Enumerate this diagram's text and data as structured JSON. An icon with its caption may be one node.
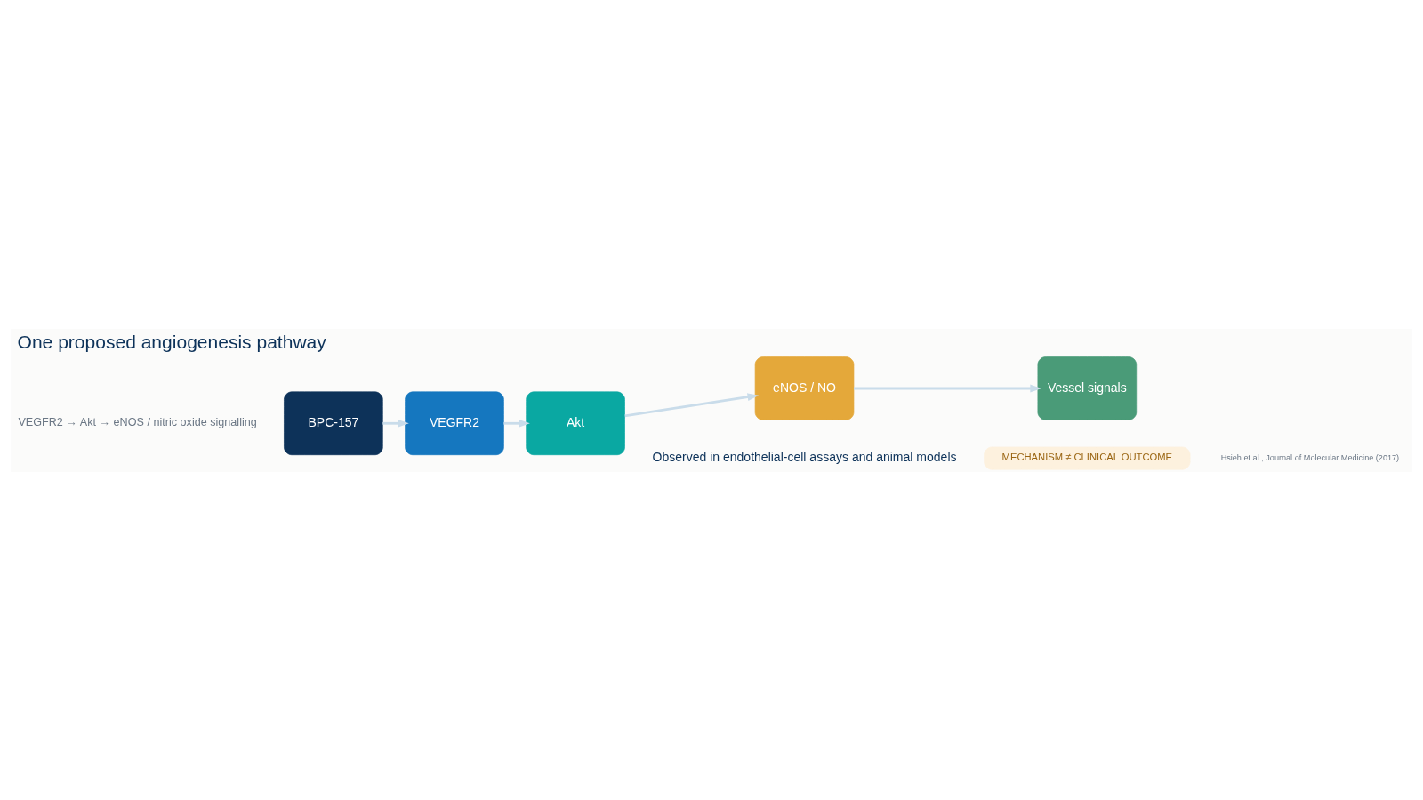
{
  "diagram": {
    "title": "One proposed angiogenesis pathway",
    "nodes": [
      {
        "text": [
          "BPC-157"
        ]
      },
      {
        "text": [
          "VEGFR2"
        ]
      },
      {
        "text": [
          "Akt"
        ]
      },
      {
        "text": [
          "eNOS / NO"
        ]
      },
      {
        "text": [
          "Vessel signals"
        ]
      },
      {
        "text": [
          "MECHANISM ≠ CLINICAL OUTCOME"
        ]
      }
    ],
    "edges": [
      {
        "from": 0,
        "to": 1,
        "arrow": "to"
      },
      {
        "from": 1,
        "to": 2,
        "arrow": "to"
      },
      {
        "from": 2,
        "to": 3,
        "arrow": "to"
      },
      {
        "from": 3,
        "to": 4,
        "arrow": "to"
      }
    ],
    "labels": [
      "VEGFR2 → Akt → eNOS / nitric oxide signalling",
      "Observed in endothelial-cell assays and animal models",
      "Hsieh et al., Journal of Molecular Medicine (2017)."
    ]
  }
}
